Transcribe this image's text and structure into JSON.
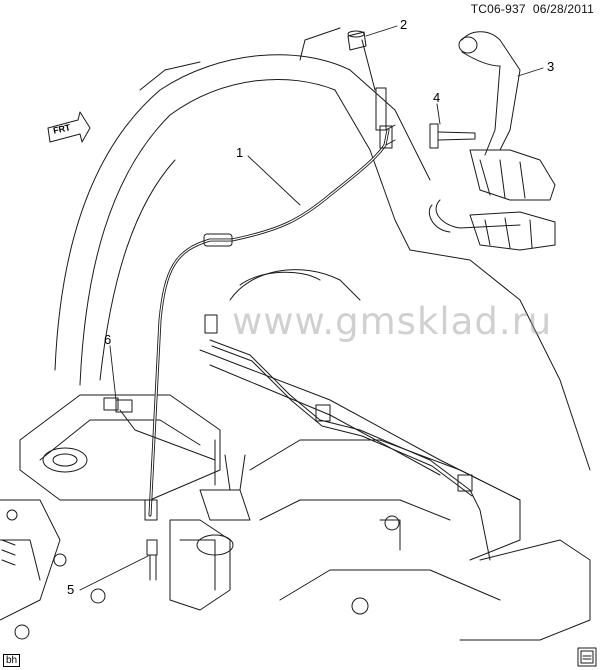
{
  "header": {
    "code": "TC06-937",
    "date": "06/28/2011"
  },
  "watermark": "www.gmsklad.ru",
  "front_arrow": "FRT",
  "corner_tag": "bh",
  "callouts": [
    {
      "id": "1",
      "label": "1"
    },
    {
      "id": "2",
      "label": "2"
    },
    {
      "id": "3",
      "label": "3"
    },
    {
      "id": "4",
      "label": "4"
    },
    {
      "id": "5",
      "label": "5"
    },
    {
      "id": "6",
      "label": "6"
    }
  ],
  "colors": {
    "line": "#1a1a1a",
    "background": "#ffffff",
    "watermark": "#969696"
  }
}
